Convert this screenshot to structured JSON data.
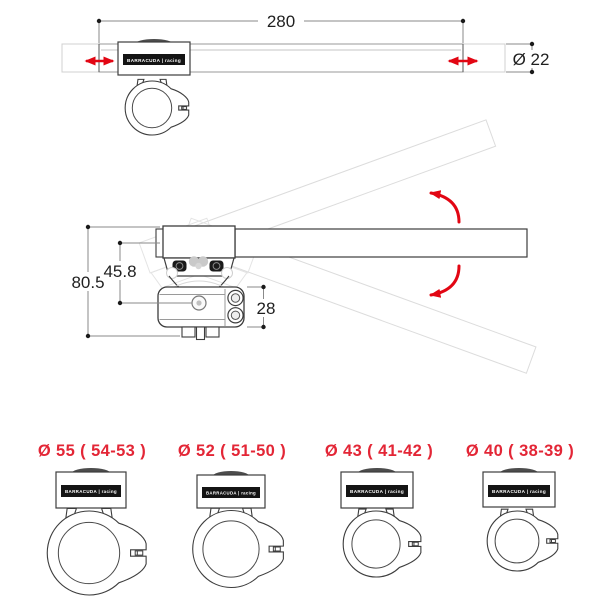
{
  "brand": {
    "label": "BARRACUDA | racing"
  },
  "dimensions": {
    "top_length": "280",
    "tube_diameter": "Ø 22",
    "overall_height": "80.5",
    "riser_height": "45.8",
    "clamp_height": "28"
  },
  "clamp_variants": [
    {
      "label": "Ø 55 ( 54-53 )"
    },
    {
      "label": "Ø 52 ( 51-50 )"
    },
    {
      "label": "Ø 43 ( 41-42 )"
    },
    {
      "label": "Ø 40 ( 38-39 )"
    }
  ],
  "colors": {
    "accent_red_arrows": "#e20613",
    "accent_red_text": "#e32636",
    "drawing_line": "#3d3d3d",
    "ghost_line": "#dcdcdc",
    "brand_bar_bg": "#141414"
  }
}
